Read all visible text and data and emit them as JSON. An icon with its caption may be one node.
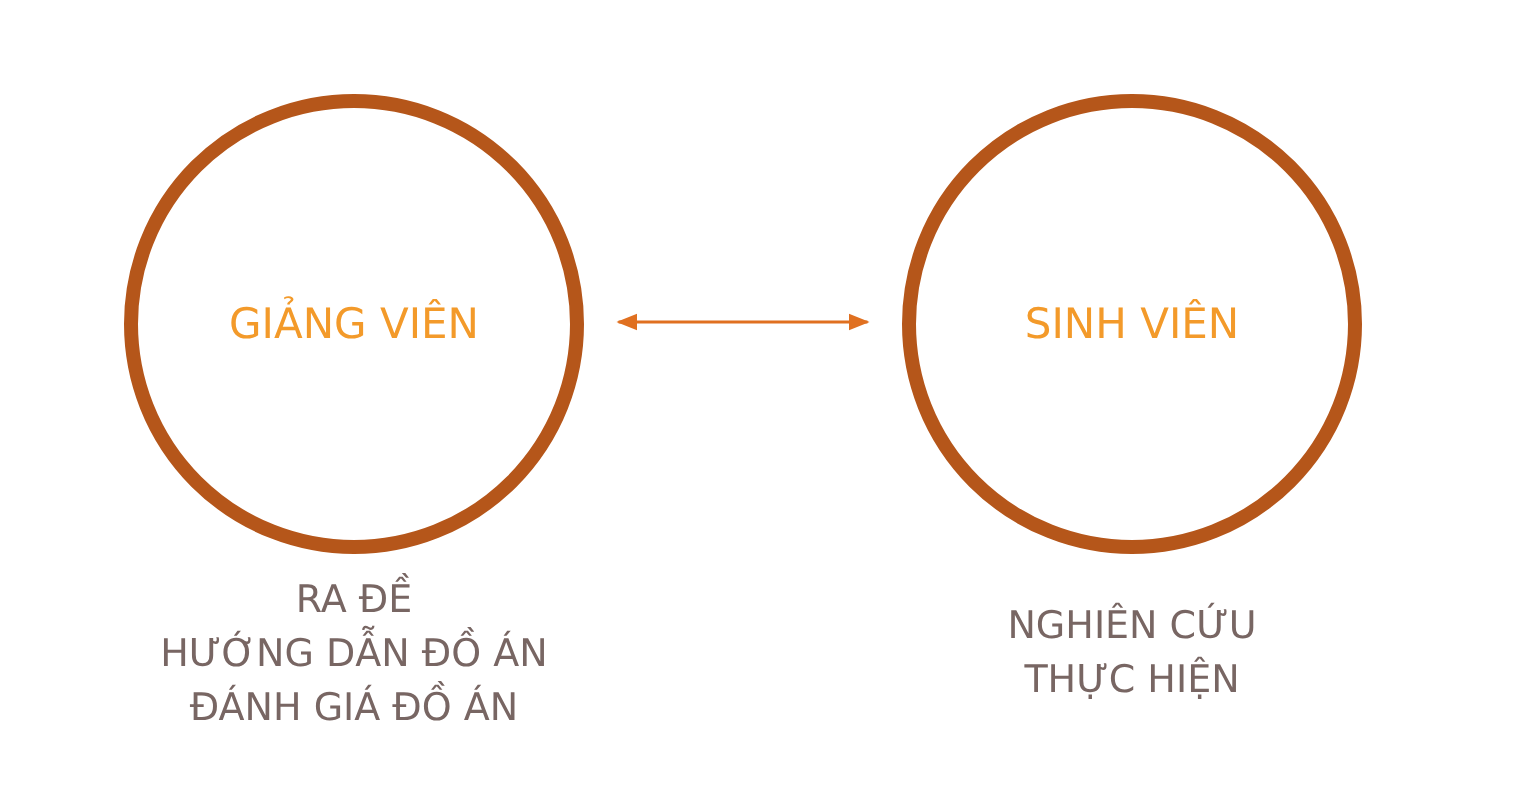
{
  "diagram": {
    "nodes": [
      {
        "text": [
          "GIẢNG VIÊN"
        ],
        "beside": [
          "RA ĐỀ",
          "HƯỚNG DẪN ĐỒ ÁN",
          "ĐÁNH GIÁ ĐỒ ÁN"
        ]
      },
      {
        "text": [
          "SINH VIÊN"
        ],
        "beside": [
          "NGHIÊN CỨU",
          "THỰC HIỆN"
        ]
      }
    ],
    "edges": [
      {
        "from": 0,
        "to": 1,
        "arrow": "both"
      }
    ]
  }
}
